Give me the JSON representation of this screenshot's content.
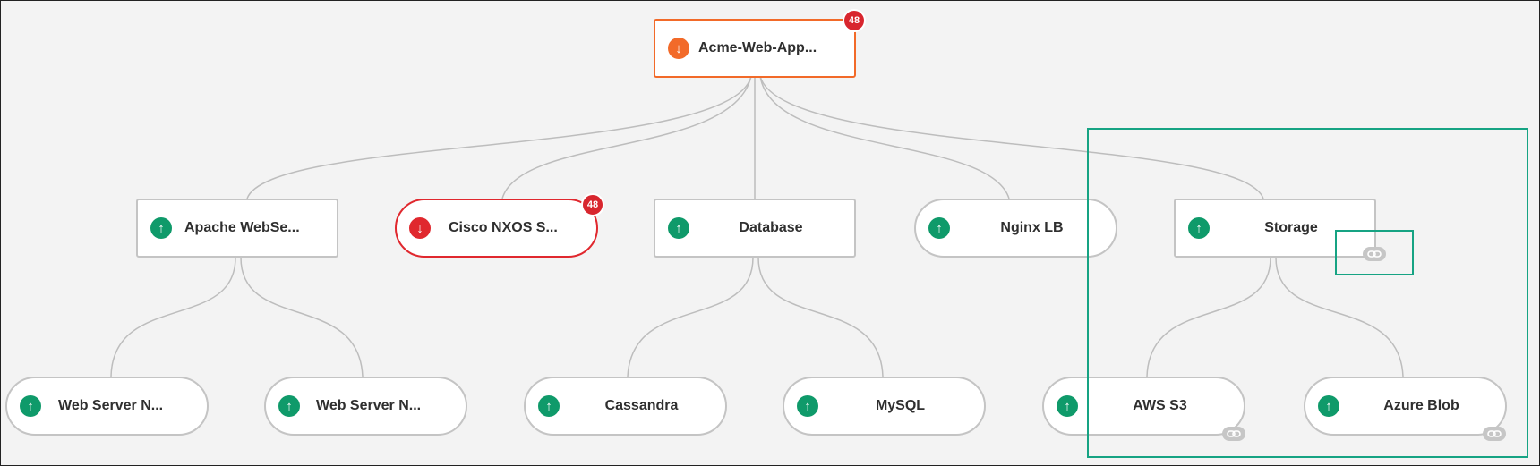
{
  "topology": {
    "root": {
      "label": "Acme-Web-App...",
      "status": "down",
      "alert_count": "48"
    },
    "services": [
      {
        "label": "Apache WebSe...",
        "status": "up"
      },
      {
        "label": "Cisco NXOS S...",
        "status": "down",
        "alert_count": "48"
      },
      {
        "label": "Database",
        "status": "up"
      },
      {
        "label": "Nginx LB",
        "status": "up"
      },
      {
        "label": "Storage",
        "status": "up",
        "linked": true
      }
    ],
    "components": [
      {
        "label": "Web Server N...",
        "status": "up",
        "parent": "Apache WebSe..."
      },
      {
        "label": "Web Server N...",
        "status": "up",
        "parent": "Apache WebSe..."
      },
      {
        "label": "Cassandra",
        "status": "up",
        "parent": "Database"
      },
      {
        "label": "MySQL",
        "status": "up",
        "parent": "Database"
      },
      {
        "label": "AWS S3",
        "status": "up",
        "parent": "Storage",
        "linked": true
      },
      {
        "label": "Azure Blob",
        "status": "up",
        "parent": "Storage",
        "linked": true
      }
    ]
  },
  "icons": {
    "status_up": "arrow-up-icon",
    "status_down": "arrow-down-icon",
    "link": "link-icon"
  },
  "colors": {
    "status_up": "#0f9a6a",
    "status_critical": "#e0282e",
    "status_warning": "#f26a29",
    "alert_badge": "#d8262e",
    "connector": "#bdbdbd",
    "highlight": "#16a383",
    "link_pill": "#c6c6c6"
  }
}
